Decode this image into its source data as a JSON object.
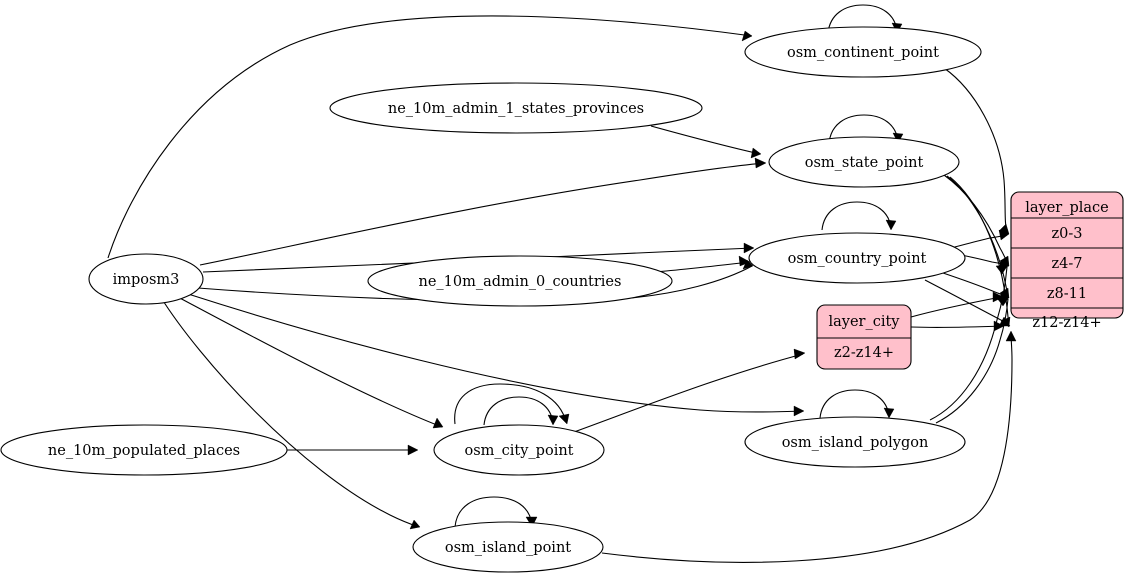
{
  "diagram": {
    "type": "directed-graph",
    "title": "",
    "background": "#ffffff",
    "node_fill_ellipse": "#ffffff",
    "node_fill_record": "#ffc0cb",
    "stroke": "#000000"
  },
  "nodes": {
    "imposm3": {
      "label": "imposm3",
      "shape": "ellipse"
    },
    "ne_admin1": {
      "label": "ne_10m_admin_1_states_provinces",
      "shape": "ellipse"
    },
    "ne_admin0": {
      "label": "ne_10m_admin_0_countries",
      "shape": "ellipse"
    },
    "ne_populated": {
      "label": "ne_10m_populated_places",
      "shape": "ellipse"
    },
    "continent": {
      "label": "osm_continent_point",
      "shape": "ellipse"
    },
    "state": {
      "label": "osm_state_point",
      "shape": "ellipse"
    },
    "country": {
      "label": "osm_country_point",
      "shape": "ellipse"
    },
    "city": {
      "label": "osm_city_point",
      "shape": "ellipse"
    },
    "island_polygon": {
      "label": "osm_island_polygon",
      "shape": "ellipse"
    },
    "island_point": {
      "label": "osm_island_point",
      "shape": "ellipse"
    }
  },
  "record_nodes": {
    "layer_place": {
      "title": "layer_place",
      "shape": "record",
      "fill": "#ffc0cb",
      "rows": [
        "z0-3",
        "z4-7",
        "z8-11",
        "z12-z14+"
      ]
    },
    "layer_city": {
      "title": "layer_city",
      "shape": "record",
      "fill": "#ffc0cb",
      "rows": [
        "z2-z14+"
      ]
    }
  },
  "edges": [
    {
      "from": "imposm3",
      "to": "continent"
    },
    {
      "from": "imposm3",
      "to": "state"
    },
    {
      "from": "imposm3",
      "to": "country"
    },
    {
      "from": "imposm3",
      "to": "city"
    },
    {
      "from": "imposm3",
      "to": "island_polygon"
    },
    {
      "from": "imposm3",
      "to": "island_point"
    },
    {
      "from": "ne_admin1",
      "to": "state"
    },
    {
      "from": "ne_admin0",
      "to": "country"
    },
    {
      "from": "ne_populated",
      "to": "city"
    },
    {
      "from": "continent",
      "to": "continent"
    },
    {
      "from": "state",
      "to": "state"
    },
    {
      "from": "country",
      "to": "country"
    },
    {
      "from": "city",
      "to": "city"
    },
    {
      "from": "island_polygon",
      "to": "island_polygon"
    },
    {
      "from": "island_point",
      "to": "island_point"
    },
    {
      "from": "continent",
      "to": "layer_place.z0-3"
    },
    {
      "from": "state",
      "to": "layer_place.z4-7"
    },
    {
      "from": "state",
      "to": "layer_place.z8-11"
    },
    {
      "from": "state",
      "to": "layer_place.z12-z14+"
    },
    {
      "from": "country",
      "to": "layer_place.z0-3"
    },
    {
      "from": "country",
      "to": "layer_place.z4-7"
    },
    {
      "from": "country",
      "to": "layer_place.z8-11"
    },
    {
      "from": "country",
      "to": "layer_place.z12-z14+"
    },
    {
      "from": "layer_city",
      "to": "layer_place.z8-11"
    },
    {
      "from": "layer_city",
      "to": "layer_place.z12-z14+"
    },
    {
      "from": "island_polygon",
      "to": "layer_place.z4-7"
    },
    {
      "from": "island_polygon",
      "to": "layer_place.z8-11"
    },
    {
      "from": "island_point",
      "to": "layer_place.z12-z14+"
    },
    {
      "from": "city",
      "to": "layer_city.z2-z14+"
    }
  ]
}
